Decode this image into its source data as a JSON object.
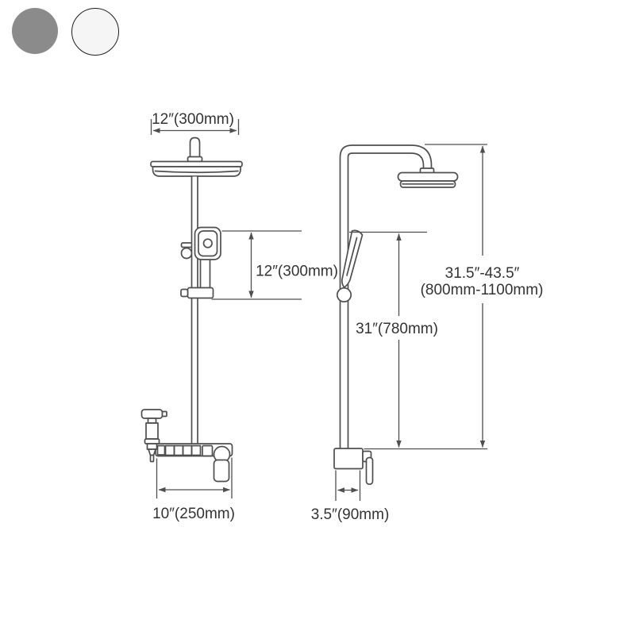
{
  "product_options": {
    "swatches": [
      {
        "name": "Gray",
        "color": "#8b8b8b",
        "border": "#8b8b8b"
      },
      {
        "name": "White",
        "color": "#f5f5f5",
        "border": "#1f1f1f"
      }
    ]
  },
  "diagram": {
    "line_color": "#4f4f4f",
    "text_color": "#333333",
    "labels": {
      "head_width": "12″(300mm)",
      "handheld_slide_height": "12″(300mm)",
      "overall_height_range_in": "31.5″-43.5″",
      "overall_height_range_mm": "(800mm-1100mm)",
      "riser_height": "31″(780mm)",
      "shelf_width": "10″(250mm)",
      "valve_depth": "3.5″(90mm)"
    }
  }
}
